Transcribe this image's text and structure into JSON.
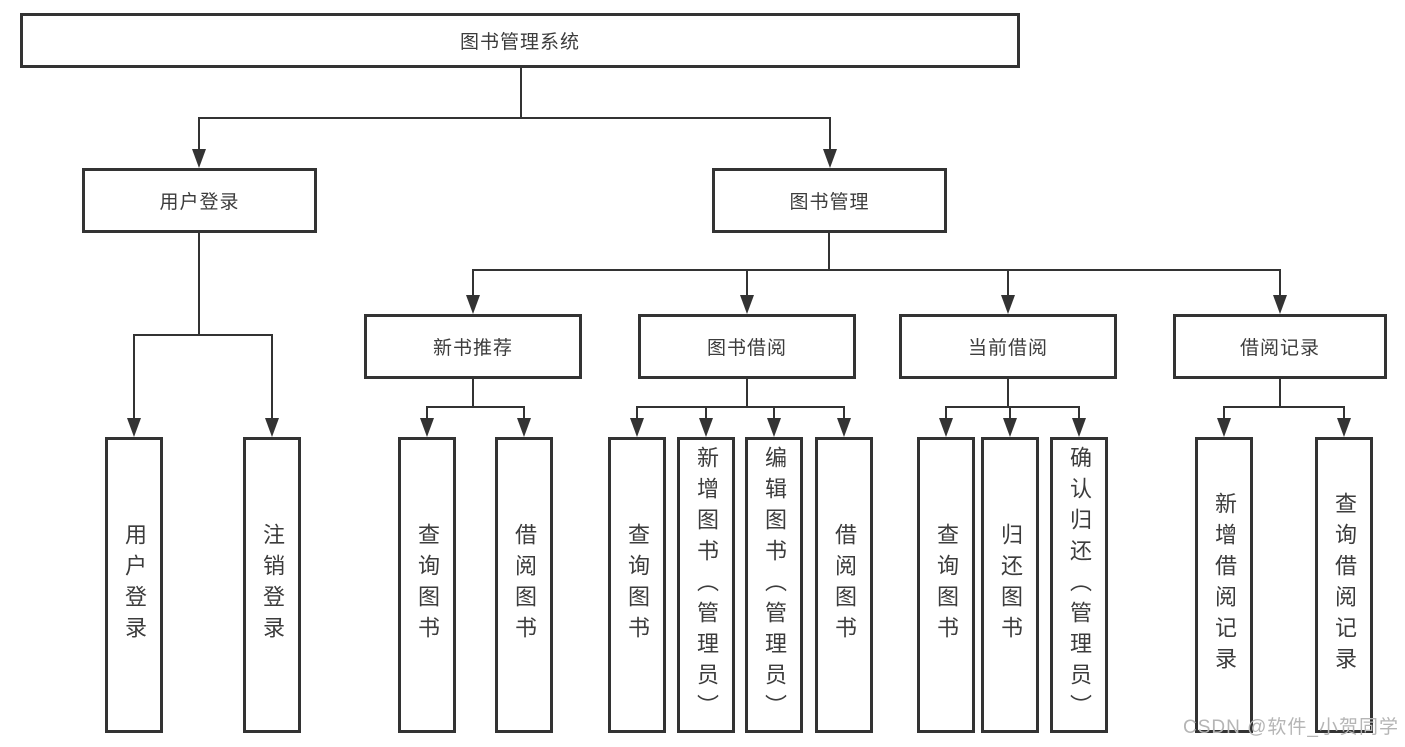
{
  "tree": {
    "root": "图书管理系统",
    "branches": [
      {
        "label": "用户登录",
        "children": [
          {
            "label": "用户登录"
          },
          {
            "label": "注销登录"
          }
        ]
      },
      {
        "label": "图书管理",
        "children": [
          {
            "label": "新书推荐",
            "children": [
              {
                "label": "查询图书"
              },
              {
                "label": "借阅图书"
              }
            ]
          },
          {
            "label": "图书借阅",
            "children": [
              {
                "label": "查询图书"
              },
              {
                "label": "新增图书（管理员）"
              },
              {
                "label": "编辑图书（管理员）"
              },
              {
                "label": "借阅图书"
              }
            ]
          },
          {
            "label": "当前借阅",
            "children": [
              {
                "label": "查询图书"
              },
              {
                "label": "归还图书"
              },
              {
                "label": "确认归还（管理员）"
              }
            ]
          },
          {
            "label": "借阅记录",
            "children": [
              {
                "label": "新增借阅记录"
              },
              {
                "label": "查询借阅记录"
              }
            ]
          }
        ]
      }
    ]
  },
  "watermark": "CSDN @软件_小贺同学",
  "colors": {
    "line": "#333333",
    "text": "#3c3c3c",
    "watermark": "#b5b5b5",
    "background": "#ffffff"
  }
}
